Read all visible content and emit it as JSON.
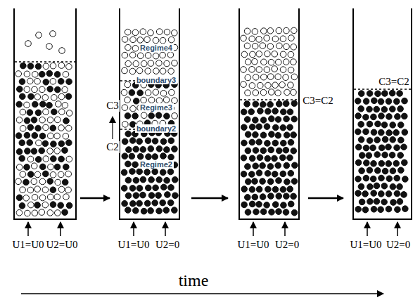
{
  "diagram": {
    "labels": [
      "C3",
      "C2",
      "Regime4",
      "boundary3",
      "Regime3",
      "boundary2",
      "Regime2",
      "C3=C2",
      "C3=C2",
      "U1=U0",
      "U2=U0",
      "U1=U0",
      "U2=0",
      "U1=U0",
      "U2=0",
      "U1=U0",
      "U2=0",
      "time"
    ]
  }
}
